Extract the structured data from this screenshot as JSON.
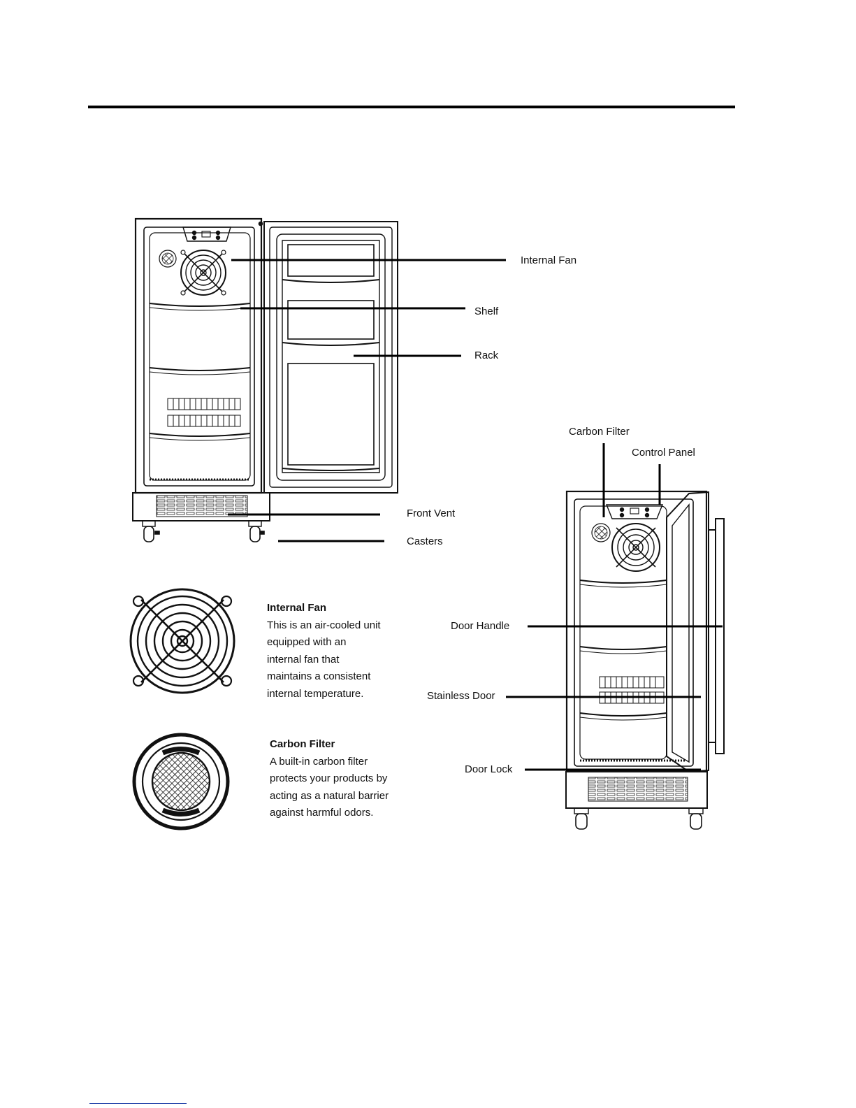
{
  "callouts": {
    "internal_fan": "Internal Fan",
    "shelf": "Shelf",
    "rack": "Rack",
    "front_vent": "Front Vent",
    "casters": "Casters",
    "carbon_filter": "Carbon Filter",
    "control_panel": "Control Panel",
    "door_handle": "Door Handle",
    "stainless_door": "Stainless Door",
    "door_lock": "Door Lock"
  },
  "features": [
    {
      "title": "Internal Fan",
      "text": "This is an air-cooled unit\nequipped with an\ninternal fan that\nmaintains a consistent\ninternal temperature."
    },
    {
      "title": "Carbon Filter",
      "text": "A built-in carbon filter\nprotects your products by\nacting as a natural barrier\nagainst harmful odors."
    }
  ]
}
